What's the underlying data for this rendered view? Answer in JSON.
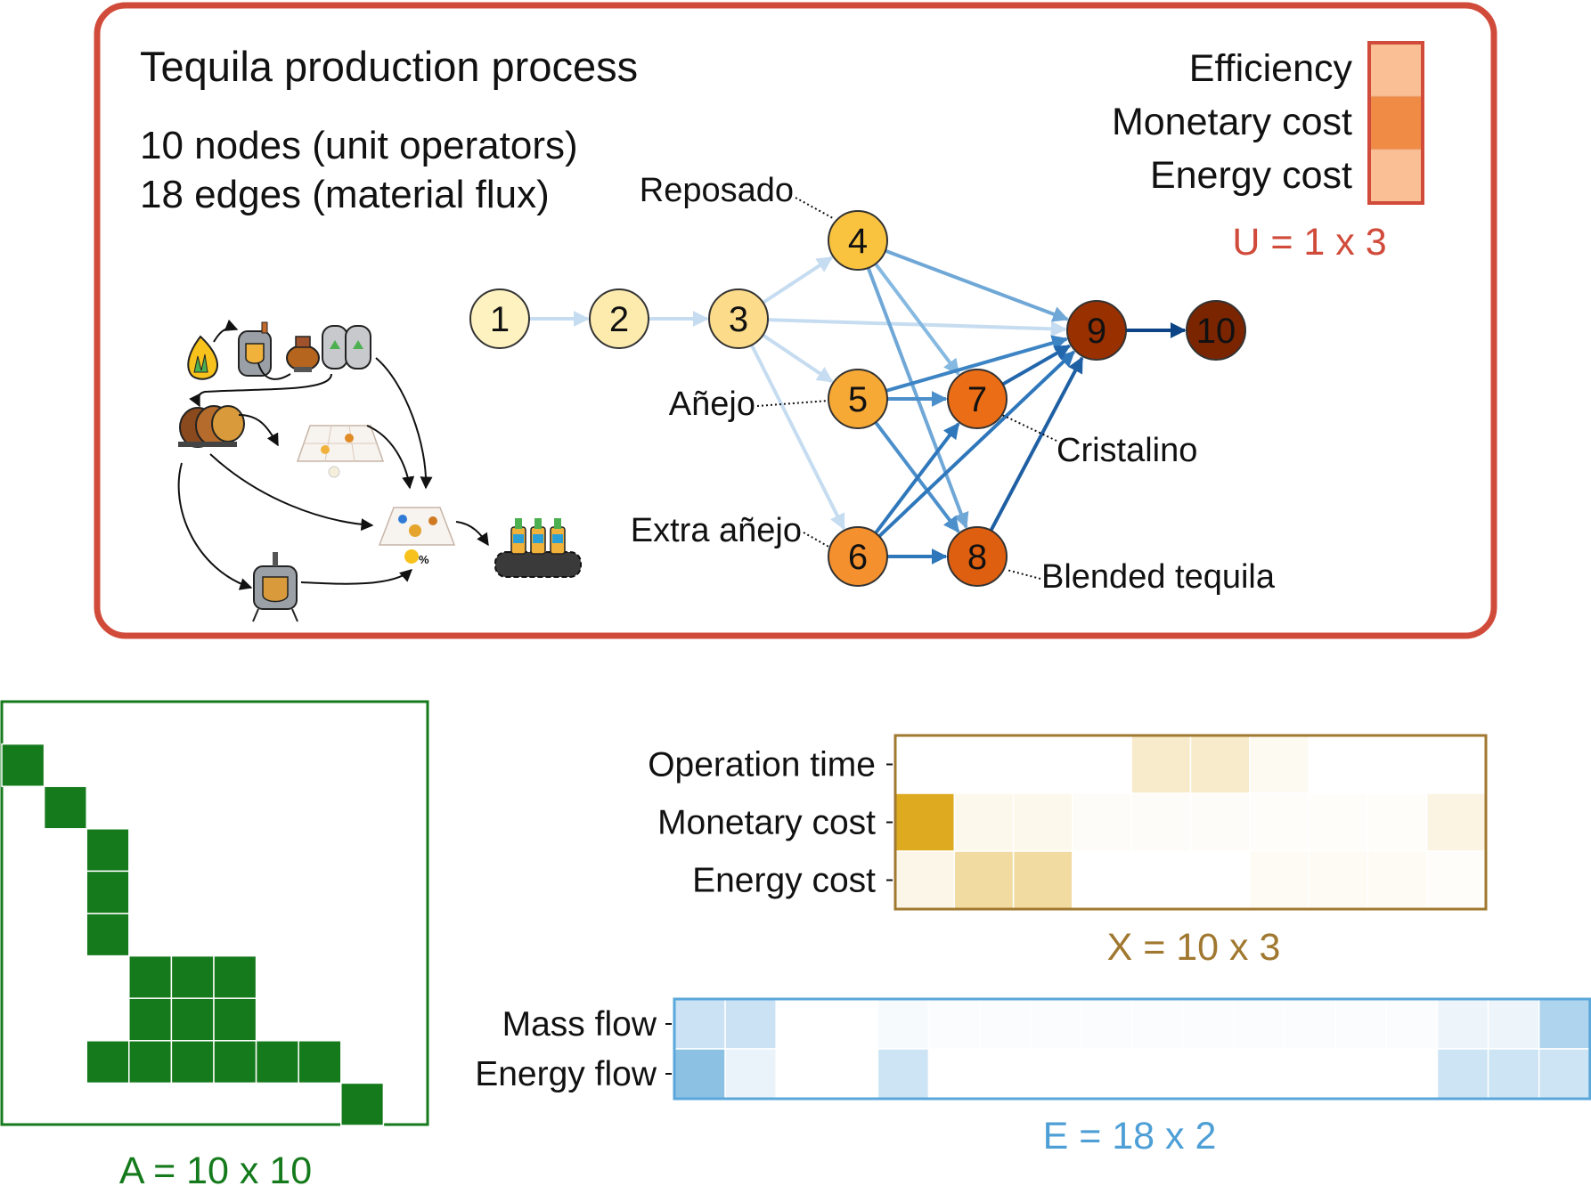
{
  "title": "Tequila production process",
  "stats": [
    "10 nodes (unit operators)",
    "18 edges (material flux)"
  ],
  "nodes": [
    {
      "id": "1",
      "color": "#fdf2c0"
    },
    {
      "id": "2",
      "color": "#fdebae"
    },
    {
      "id": "3",
      "color": "#fcdc8a"
    },
    {
      "id": "4",
      "color": "#f9c340"
    },
    {
      "id": "5",
      "color": "#f7a936"
    },
    {
      "id": "6",
      "color": "#f5902e"
    },
    {
      "id": "7",
      "color": "#eb6d15"
    },
    {
      "id": "8",
      "color": "#df5f10"
    },
    {
      "id": "9",
      "color": "#993000"
    },
    {
      "id": "10",
      "color": "#7a2500"
    }
  ],
  "edges": [
    {
      "from": "1",
      "to": "2",
      "color": "#c6dcf0"
    },
    {
      "from": "2",
      "to": "3",
      "color": "#c6dcf0"
    },
    {
      "from": "3",
      "to": "4",
      "color": "#c6dcf0"
    },
    {
      "from": "3",
      "to": "5",
      "color": "#c6dcf0"
    },
    {
      "from": "3",
      "to": "6",
      "color": "#c6dcf0"
    },
    {
      "from": "3",
      "to": "9",
      "color": "#c6dcf0"
    },
    {
      "from": "4",
      "to": "9",
      "color": "#6fa7d7"
    },
    {
      "from": "4",
      "to": "7",
      "color": "#86b9e1"
    },
    {
      "from": "4",
      "to": "8",
      "color": "#6fa7d7"
    },
    {
      "from": "5",
      "to": "7",
      "color": "#4b8fcb"
    },
    {
      "from": "5",
      "to": "9",
      "color": "#3d84c4"
    },
    {
      "from": "5",
      "to": "8",
      "color": "#4b8fcb"
    },
    {
      "from": "6",
      "to": "7",
      "color": "#2f77bb"
    },
    {
      "from": "6",
      "to": "8",
      "color": "#2f77bb"
    },
    {
      "from": "6",
      "to": "9",
      "color": "#2f77bb"
    },
    {
      "from": "7",
      "to": "9",
      "color": "#2266ac"
    },
    {
      "from": "8",
      "to": "9",
      "color": "#1f5fa3"
    },
    {
      "from": "9",
      "to": "10",
      "color": "#0c4486"
    }
  ],
  "node_labels": [
    {
      "node": "4",
      "text": "Reposado"
    },
    {
      "node": "5",
      "text": "Añejo"
    },
    {
      "node": "6",
      "text": "Extra añejo"
    },
    {
      "node": "7",
      "text": "Cristalino"
    },
    {
      "node": "8",
      "text": "Blended tequila"
    }
  ],
  "U": {
    "labels": [
      "Efficiency",
      "Monetary cost",
      "Energy cost"
    ],
    "colors": [
      "#fbbf95",
      "#f08b45",
      "#fbbf95"
    ],
    "caption": "U = 1 x 3",
    "color": "#d14b3b"
  },
  "X": {
    "rows": [
      "Operation time",
      "Monetary cost",
      "Energy cost"
    ],
    "caption": "X = 10 x 3",
    "color": "#a07830",
    "cells": [
      [
        0,
        0,
        0,
        0,
        0.22,
        0.22,
        0.06,
        0,
        0,
        0
      ],
      [
        0.95,
        0.08,
        0.08,
        0.03,
        0.03,
        0.03,
        0.02,
        0.02,
        0.02,
        0.12
      ],
      [
        0.1,
        0.4,
        0.4,
        0,
        0,
        0,
        0.05,
        0.05,
        0.05,
        0.02
      ]
    ]
  },
  "E": {
    "rows": [
      "Mass flow",
      "Energy flow"
    ],
    "caption": "E = 18 x 2",
    "color": "#5aa7db",
    "cells": [
      [
        0.3,
        0.3,
        0,
        0,
        0.05,
        0.03,
        0.03,
        0.03,
        0.03,
        0.03,
        0.03,
        0.03,
        0.03,
        0.03,
        0.03,
        0.1,
        0.1,
        0.45
      ],
      [
        0.65,
        0.12,
        0,
        0,
        0.28,
        0,
        0,
        0,
        0,
        0,
        0,
        0,
        0,
        0,
        0,
        0.28,
        0.28,
        0.28
      ]
    ]
  },
  "A": {
    "caption": "A = 10 x 10",
    "color": "#157a1c",
    "cells": [
      [
        1,
        0
      ],
      [
        2,
        1
      ],
      [
        3,
        2
      ],
      [
        4,
        2
      ],
      [
        5,
        2
      ],
      [
        6,
        3
      ],
      [
        6,
        4
      ],
      [
        6,
        5
      ],
      [
        7,
        3
      ],
      [
        7,
        4
      ],
      [
        7,
        5
      ],
      [
        8,
        2
      ],
      [
        8,
        3
      ],
      [
        8,
        4
      ],
      [
        8,
        5
      ],
      [
        8,
        6
      ],
      [
        8,
        7
      ],
      [
        9,
        8
      ]
    ]
  }
}
